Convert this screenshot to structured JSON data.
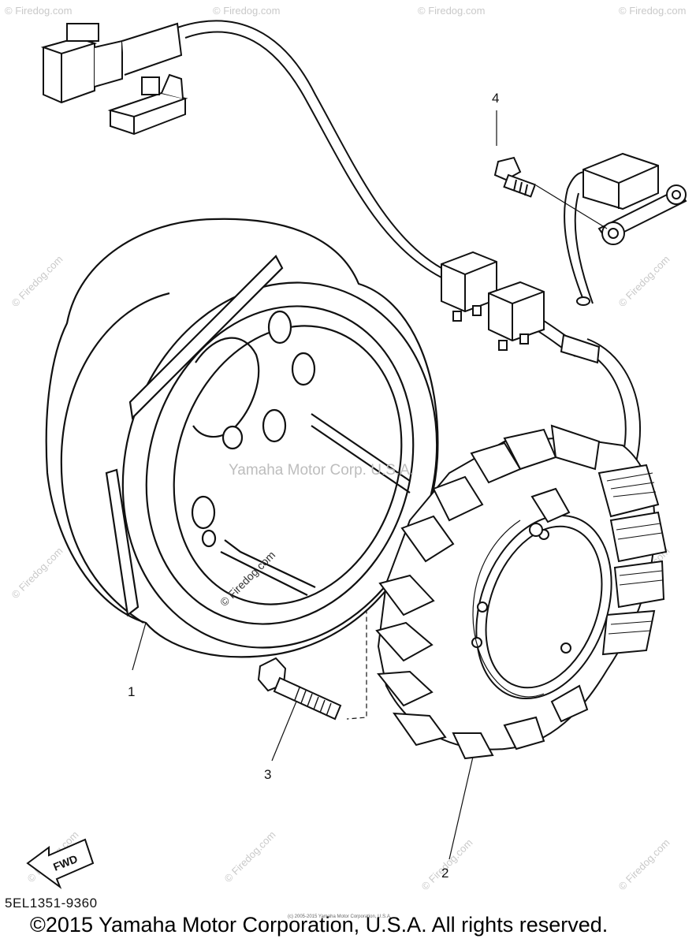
{
  "diagram": {
    "callouts": [
      "1",
      "2",
      "3",
      "4"
    ],
    "direction_label": "FWD",
    "diagram_code": "5EL1351-9360",
    "copyright": "©2015 Yamaha Motor Corporation, U.S.A. All rights reserved.",
    "small_copyright": "(c) 2005-2015 Yamaha Motor Corporation, U.S.A.",
    "watermark_center": "Yamaha Motor Corp. U.S.A.",
    "watermark_site": "© Firedog.com"
  }
}
